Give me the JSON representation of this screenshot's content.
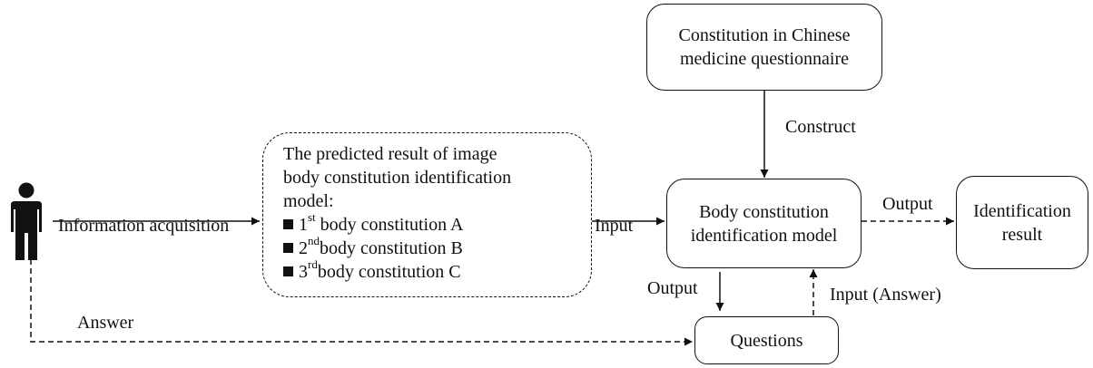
{
  "nodes": {
    "questionnaire": {
      "line1": "Constitution in Chinese",
      "line2": "medicine questionnaire"
    },
    "model": {
      "line1": "Body constitution",
      "line2": "identification model"
    },
    "result": {
      "line1": "Identification",
      "line2": "result"
    },
    "questions": {
      "label": "Questions"
    },
    "predicted": {
      "heading": [
        "The predicted result of image",
        "body constitution identification",
        "model:"
      ],
      "items": [
        {
          "num": "1",
          "sup": "st",
          "text": "body constitution A"
        },
        {
          "num": "2",
          "sup": "nd",
          "text": "body constitution B"
        },
        {
          "num": "3",
          "sup": "rd",
          "text": "body constitution C"
        }
      ]
    }
  },
  "edges": {
    "information_acquisition": "Information acquisition",
    "input": "Input",
    "construct": "Construct",
    "output_result": "Output",
    "output_questions": "Output",
    "input_answer": "Input (Answer)",
    "answer": "Answer"
  },
  "icons": {
    "user": "person-icon"
  },
  "colors": {
    "stroke": "#111111",
    "background": "#ffffff"
  }
}
